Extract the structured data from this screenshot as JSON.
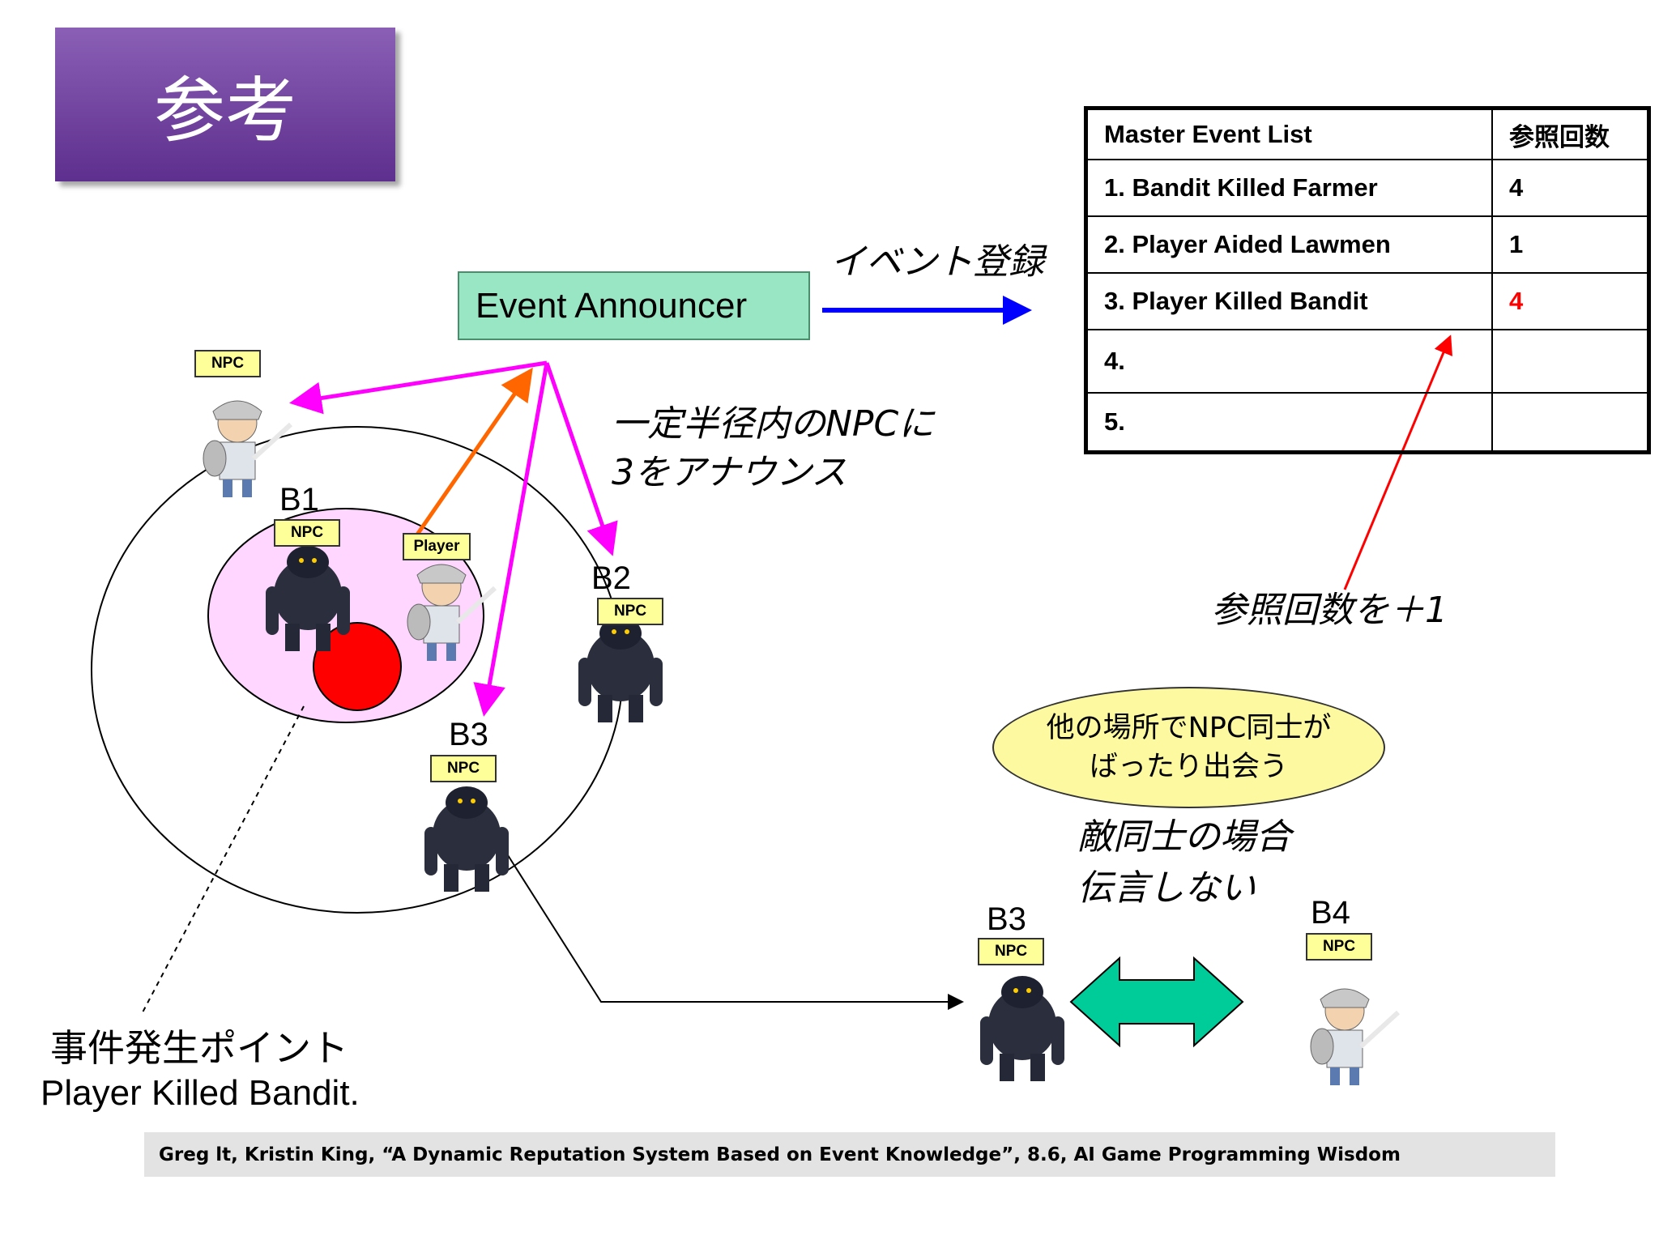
{
  "title": "参考",
  "announcer": {
    "label": "Event Announcer"
  },
  "labels": {
    "event_register": "イベント登録",
    "announce_line1": "一定半径内のNPCに",
    "announce_line2": "3をアナウンス",
    "ref_plus": "参照回数を＋1",
    "enemy_line1": "敵同士の場合",
    "enemy_line2": "伝言しない",
    "incident_line1": "事件発生ポイント",
    "incident_line2": "Player Killed Bandit."
  },
  "meet_note": {
    "line1": "他の場所でNPC同士が",
    "line2": "ばったり出会う"
  },
  "table": {
    "headers": [
      "Master Event List",
      "参照回数"
    ],
    "rows": [
      {
        "event": "1. Bandit Killed Farmer",
        "count": "4"
      },
      {
        "event": "2. Player Aided Lawmen",
        "count": "1"
      },
      {
        "event": "3. Player Killed Bandit",
        "count": "4"
      },
      {
        "event": "4.",
        "count": ""
      },
      {
        "event": "5.",
        "count": ""
      }
    ]
  },
  "tags": {
    "npc": "NPC",
    "player": "Player"
  },
  "bandits": {
    "b1": "B1",
    "b2": "B2",
    "b3": "B3",
    "b3_copy": "B3",
    "b4": "B4"
  },
  "footer": "Greg lt, Kristin King,  “A Dynamic Reputation System Based on Event Knowledge”, 8.6, AI Game Programming Wisdom",
  "colors": {
    "announce_arrow": "#ff00ff",
    "player_arrow": "#ff6600",
    "register_arrow": "#0000ff",
    "increment_arrow": "#ff0000",
    "highlight_count": "#ff0000"
  }
}
